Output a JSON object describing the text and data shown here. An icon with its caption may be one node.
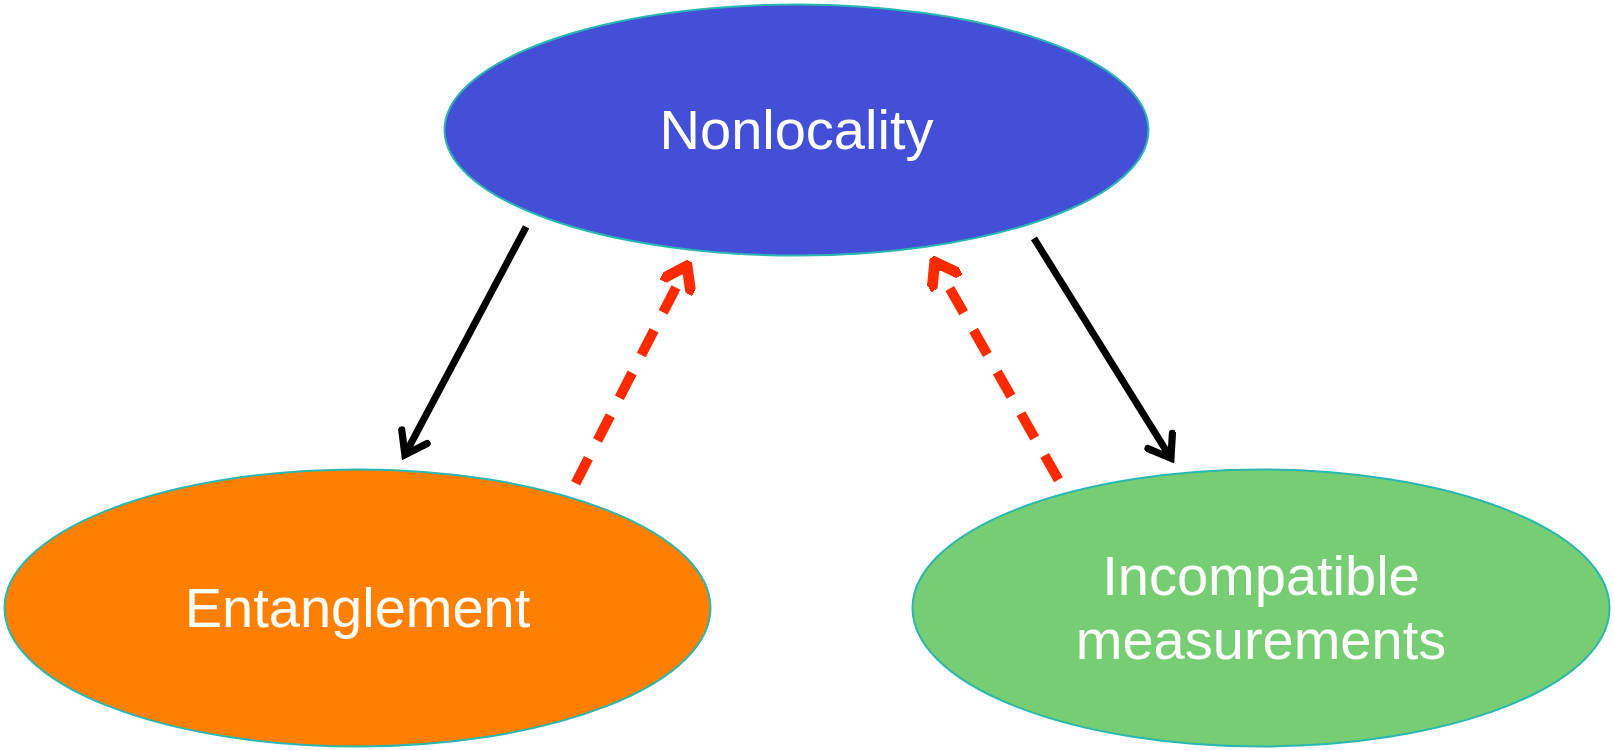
{
  "diagram": {
    "nodes": [
      {
        "text": [
          "Nonlocality"
        ]
      },
      {
        "text": [
          "Entanglement"
        ]
      },
      {
        "text": [
          "Incompatible measurements"
        ]
      }
    ],
    "edges": [
      {
        "from": 0,
        "to": 1,
        "arrow": "to"
      },
      {
        "from": 1,
        "to": 0,
        "arrow": "to",
        "style": "dashed",
        "color": "#ff2a00"
      },
      {
        "from": 0,
        "to": 2,
        "arrow": "to"
      },
      {
        "from": 2,
        "to": 0,
        "arrow": "to",
        "style": "dashed",
        "color": "#ff2a00"
      }
    ]
  }
}
